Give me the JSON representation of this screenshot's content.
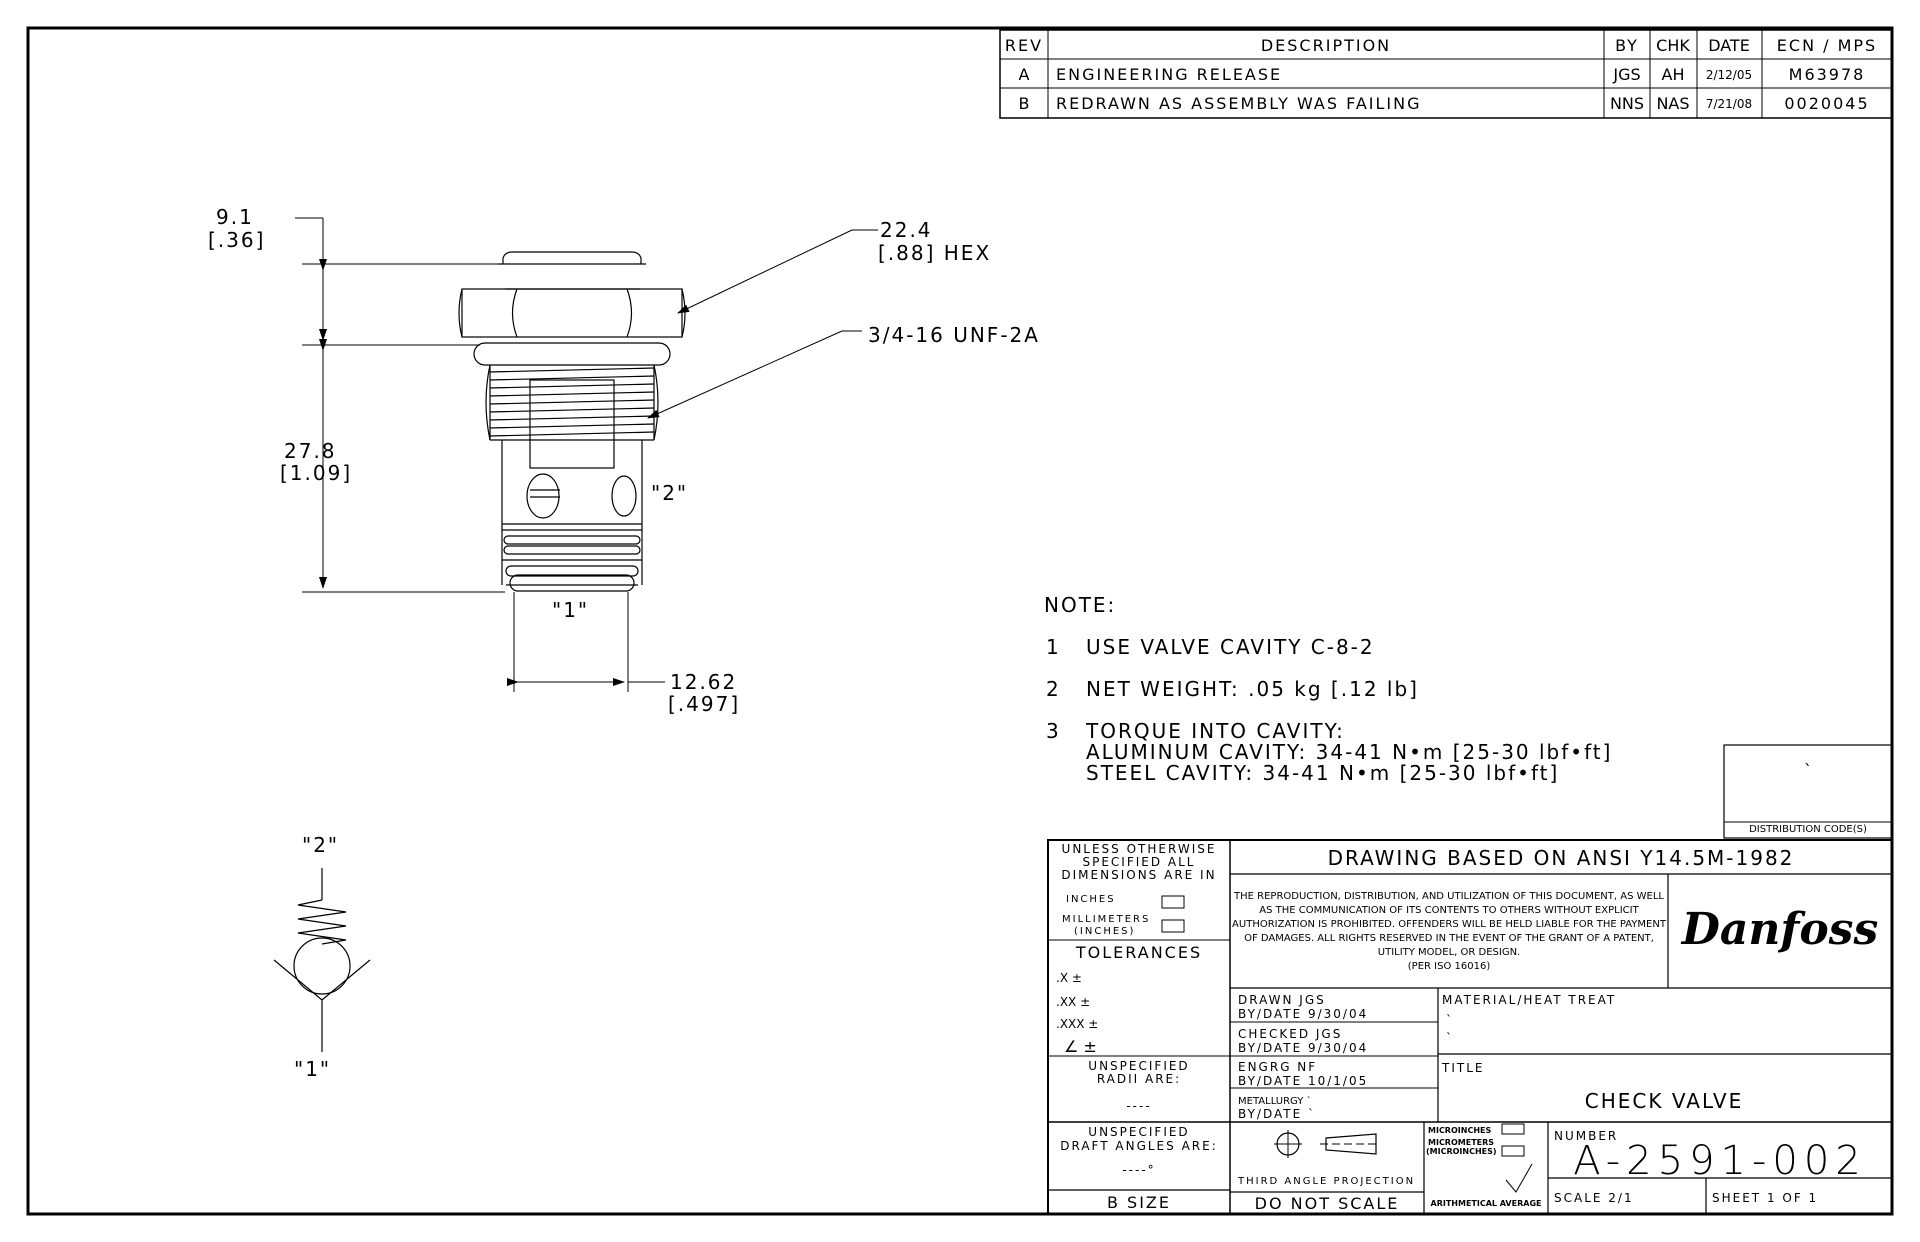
{
  "revision_table": {
    "headers": [
      "REV",
      "DESCRIPTION",
      "BY",
      "CHK",
      "DATE",
      "ECN / MPS"
    ],
    "rows": [
      [
        "A",
        "ENGINEERING RELEASE",
        "JGS",
        "AH",
        "2/12/05",
        "M63978"
      ],
      [
        "B",
        "REDRAWN AS ASSEMBLY WAS FAILING",
        "NNS",
        "NAS",
        "7/21/08",
        "0020045"
      ]
    ]
  },
  "dimensions": {
    "d1": "9.1",
    "d1_in": "[.36]",
    "hex": "22.4",
    "hex_in": "[.88] HEX",
    "thread": "3/4-16 UNF-2A",
    "d2": "27.8",
    "d2_in": "[1.09]",
    "port2": "\"2\"",
    "port1": "\"1\"",
    "dia": "12.62",
    "dia_in": "[.497]"
  },
  "notes": {
    "heading": "NOTE:",
    "n1_num": "1",
    "n1": "USE VALVE CAVITY C-8-2",
    "n2_num": "2",
    "n2": "NET WEIGHT: .05 kg [.12 lb]",
    "n3_num": "3",
    "n3a": "TORQUE INTO CAVITY:",
    "n3b": "ALUMINUM CAVITY: 34-41 N•m [25-30 lbf•ft]",
    "n3c": "STEEL CAVITY: 34-41 N•m [25-30 lbf•ft]"
  },
  "symbol": {
    "top_label": "\"2\"",
    "bottom_label": "\"1\""
  },
  "distribution": {
    "mark": "`",
    "label": "DISTRIBUTION CODE(S)"
  },
  "title_block": {
    "unless1": "UNLESS OTHERWISE",
    "unless2": "SPECIFIED ALL",
    "unless3": "DIMENSIONS ARE IN",
    "inches": "INCHES",
    "millimeters": "MILLIMETERS",
    "inches_paren": "(INCHES)",
    "tolerances": "TOLERANCES",
    "tol_x": ".X  ±",
    "tol_xx": ".XX  ±",
    "tol_xxx": ".XXX ±",
    "tol_angle": "∠  ±",
    "unspec_radii1": "UNSPECIFIED",
    "unspec_radii2": "RADII ARE:",
    "radii_val": "----",
    "unspec_draft1": "UNSPECIFIED",
    "unspec_draft2": "DRAFT ANGLES ARE:",
    "draft_val": "----°",
    "size": "B SIZE",
    "ansi": "DRAWING BASED ON ANSI Y14.5M-1982",
    "legal": [
      "THE REPRODUCTION, DISTRIBUTION, AND UTILIZATION OF THIS DOCUMENT, AS WELL",
      "AS THE COMMUNICATION OF ITS CONTENTS TO OTHERS WITHOUT EXPLICIT",
      "AUTHORIZATION IS PROHIBITED. OFFENDERS WILL BE HELD LIABLE FOR THE PAYMENT",
      "OF DAMAGES.  ALL RIGHTS RESERVED IN THE EVENT OF THE GRANT OF A PATENT,",
      "UTILITY MODEL, OR DESIGN.",
      "(PER ISO 16016)"
    ],
    "logo": "Danfoss",
    "drawn": "DRAWN   JGS",
    "drawn_date": "BY/DATE  9/30/04",
    "checked": "CHECKED  JGS",
    "checked_date": "BY/DATE  9/30/04",
    "engrg": "ENGRG   NF",
    "engrg_date": "BY/DATE  10/1/05",
    "metallurgy": "METALLURGY  `",
    "metallurgy_date": "BY/DATE   `",
    "material": "MATERIAL/HEAT TREAT",
    "material_v1": "`",
    "material_v2": "`",
    "title_label": "TITLE",
    "title": "CHECK VALVE",
    "microinches": "MICROINCHES",
    "micrometers": "MICROMETERS",
    "microinches_paren": "(MICROINCHES)",
    "arith": "ARITHMETICAL AVERAGE",
    "projection": "THIRD ANGLE PROJECTION",
    "do_not_scale": "DO NOT SCALE",
    "number_label": "NUMBER",
    "number": "A-2591-002",
    "scale": "SCALE   2/1",
    "sheet": "SHEET    1     OF    1"
  }
}
